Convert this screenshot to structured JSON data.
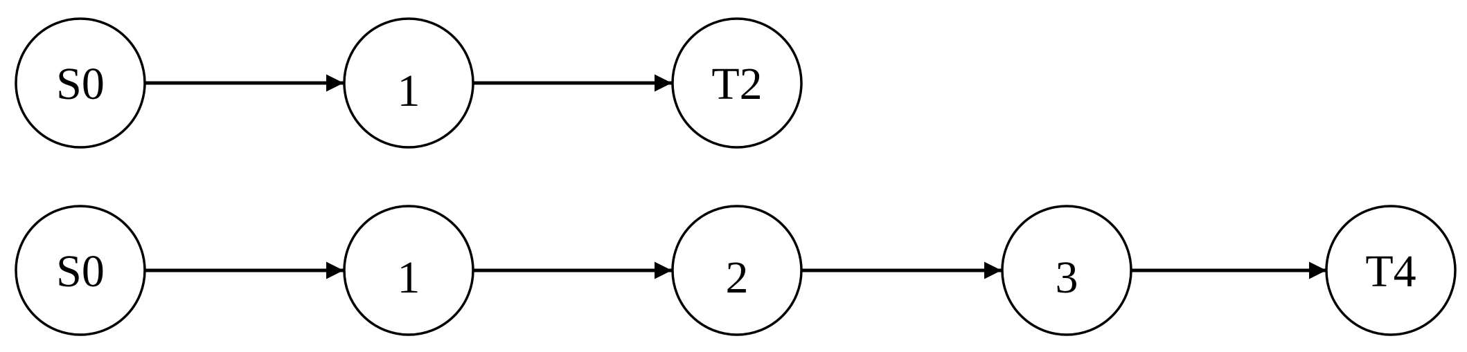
{
  "diagram": {
    "rows": [
      {
        "nodes": [
          {
            "label": "S0"
          },
          {
            "label": "1"
          },
          {
            "label": "T2"
          }
        ]
      },
      {
        "nodes": [
          {
            "label": "S0"
          },
          {
            "label": "1"
          },
          {
            "label": "2"
          },
          {
            "label": "3"
          },
          {
            "label": "T4"
          }
        ]
      }
    ]
  }
}
